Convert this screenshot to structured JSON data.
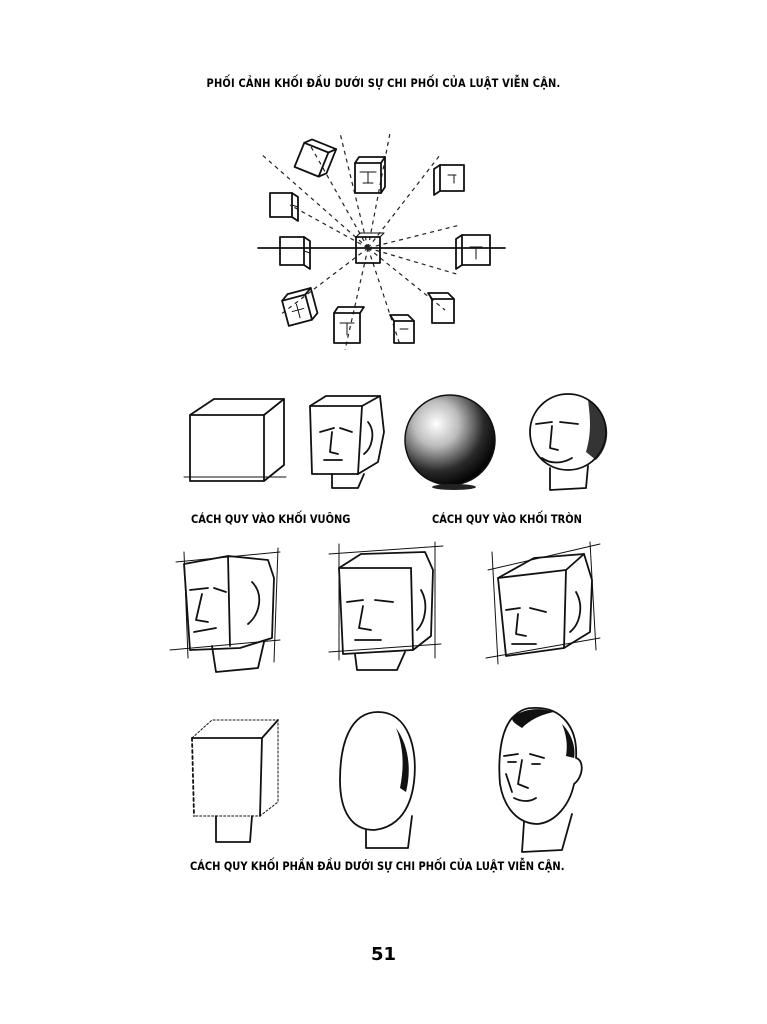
{
  "page": {
    "title": "PHỐI CẢNH KHỐI ĐẦU DƯỚI SỰ CHI PHỐI CỦA LUẬT VIỄN CẬN.",
    "captions": {
      "square": "CÁCH QUY VÀO KHỐI VUÔNG",
      "round": "CÁCH QUY VÀO KHỐI TRÒN",
      "bottom": "CÁCH QUY KHỐI PHẦN ĐẦU DƯỚI SỰ CHI PHỐI CỦA LUẬT VIỄN CẬN."
    },
    "page_number": "51"
  },
  "colors": {
    "ink": "#111111",
    "paper": "#ffffff"
  }
}
